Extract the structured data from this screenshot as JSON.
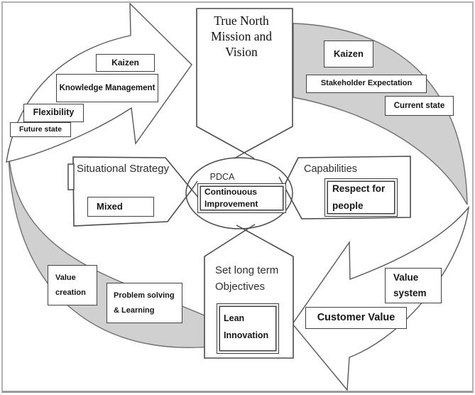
{
  "banner": {
    "title": "True North Mission and Vision"
  },
  "center": {
    "pdca": "PDCA",
    "improvement": "Continouous Improvement"
  },
  "clusters": {
    "situational": {
      "heading": "Situational Strategy",
      "box": "Mixed"
    },
    "capabilities": {
      "heading": "Capabilities",
      "box": "Respect for people"
    },
    "objectives": {
      "heading": "Set long term Objectives",
      "box": "Lean Innovation"
    }
  },
  "arcs": {
    "top_left": {
      "kaizen": "Kaizen",
      "knowledge_management": "Knowledge Management",
      "flexibility": "Flexibility",
      "future_state": "Future state"
    },
    "top_right": {
      "kaizen": "Kaizen",
      "stakeholder_expectation": "Stakeholder Expectation",
      "current_state": "Current state"
    },
    "bottom_left": {
      "value_creation": "Value creation",
      "problem_solving": "Problem solving & Learning"
    },
    "bottom_right": {
      "value_system": "Value system",
      "customer_value": "Customer Value"
    }
  },
  "colors": {
    "crescent_fill": "#d0d0d0",
    "shape_stroke": "#4a4a4a",
    "frame": "#b2b2b2"
  }
}
